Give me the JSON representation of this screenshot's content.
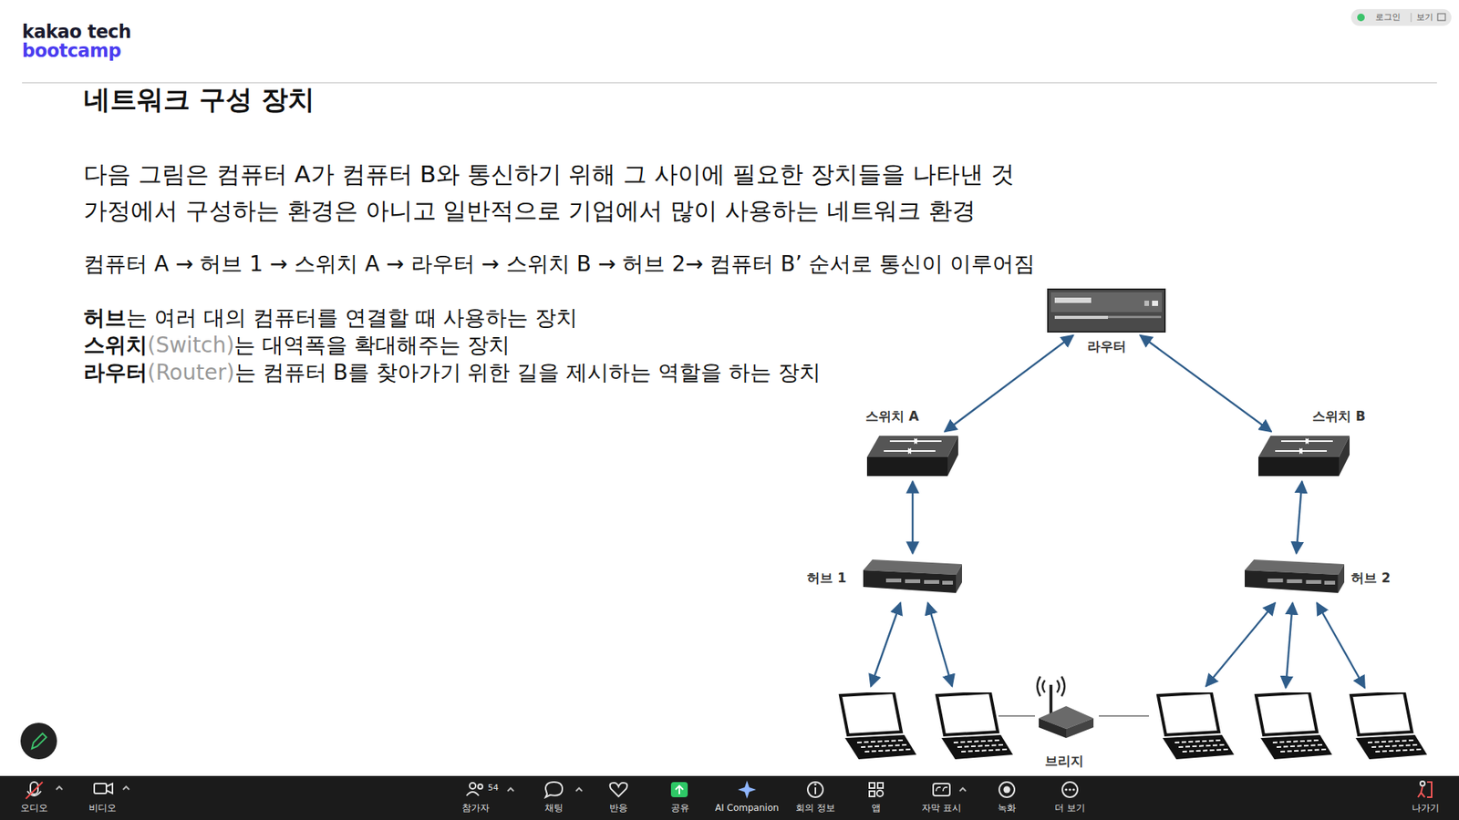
{
  "diagram": {
    "title": "네트워크 구성 장치",
    "nodes": [
      {
        "text": [
          "라우터"
        ]
      },
      {
        "text": [
          "스위치 A"
        ]
      },
      {
        "text": [
          "스위치 B"
        ]
      },
      {
        "text": [
          "허브 1"
        ]
      },
      {
        "text": [
          "허브 2"
        ]
      },
      {
        "text": [
          "브리지"
        ]
      }
    ],
    "edges": [
      {
        "from": 0,
        "to": 1,
        "arrow": "both"
      },
      {
        "from": 0,
        "to": 2,
        "arrow": "both"
      },
      {
        "from": 1,
        "to": 3,
        "arrow": "both"
      },
      {
        "from": 2,
        "to": 4,
        "arrow": "both"
      }
    ],
    "labels": [
      "kakao tech",
      "bootcamp",
      "다음 그림은 컴퓨터 A가 컴퓨터 B와 통신하기 위해 그 사이에 필요한 장치들을 나타낸 것",
      "가정에서 구성하는 환경은 아니고 일반적으로 기업에서 많이 사용하는 네트워크 환경",
      "컴퓨터 A → 허브 1 → 스위치 A → 라우터 → 스위치 B → 허브 2→ 컴퓨터 B’ 순서로 통신이 이루어짐",
      "허브",
      "는 여러 대의 컴퓨터를 연결할 때 사용하는 장치",
      "스위치",
      "(Switch)",
      "는 대역폭을 확대해주는 장치",
      "라우터",
      "(Router)",
      "는 컴퓨터 B를 찾아가기 위한 길을 제시하는 역할을 하는 장치",
      "로그인",
      "보기",
      "오디오",
      "비디오",
      "54",
      "참가자",
      "채팅",
      "반응",
      "공유",
      "AI Companion",
      "회의 정보",
      "앱",
      "자막 표시",
      "녹화",
      "더 보기",
      "나가기"
    ]
  }
}
